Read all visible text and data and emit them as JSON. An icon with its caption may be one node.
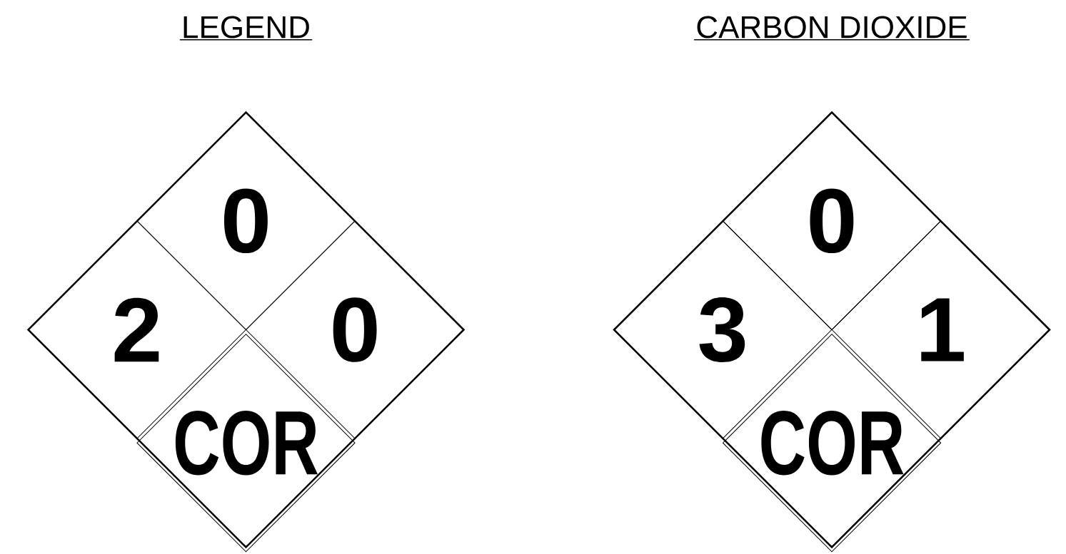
{
  "diagram": {
    "nodes": [
      {
        "text": [
          "LEGEND"
        ]
      },
      {
        "text": [
          "0"
        ],
        "in": 0
      },
      {
        "text": [
          "2"
        ],
        "in": 0
      },
      {
        "text": [
          "0"
        ],
        "in": 0
      },
      {
        "text": [
          "COR"
        ],
        "in": 0
      },
      {
        "text": [
          "CARBON DIOXIDE"
        ]
      },
      {
        "text": [
          "0"
        ],
        "in": 5
      },
      {
        "text": [
          "3"
        ],
        "in": 5
      },
      {
        "text": [
          "1"
        ],
        "in": 5
      },
      {
        "text": [
          "COR"
        ],
        "in": 5
      }
    ]
  }
}
